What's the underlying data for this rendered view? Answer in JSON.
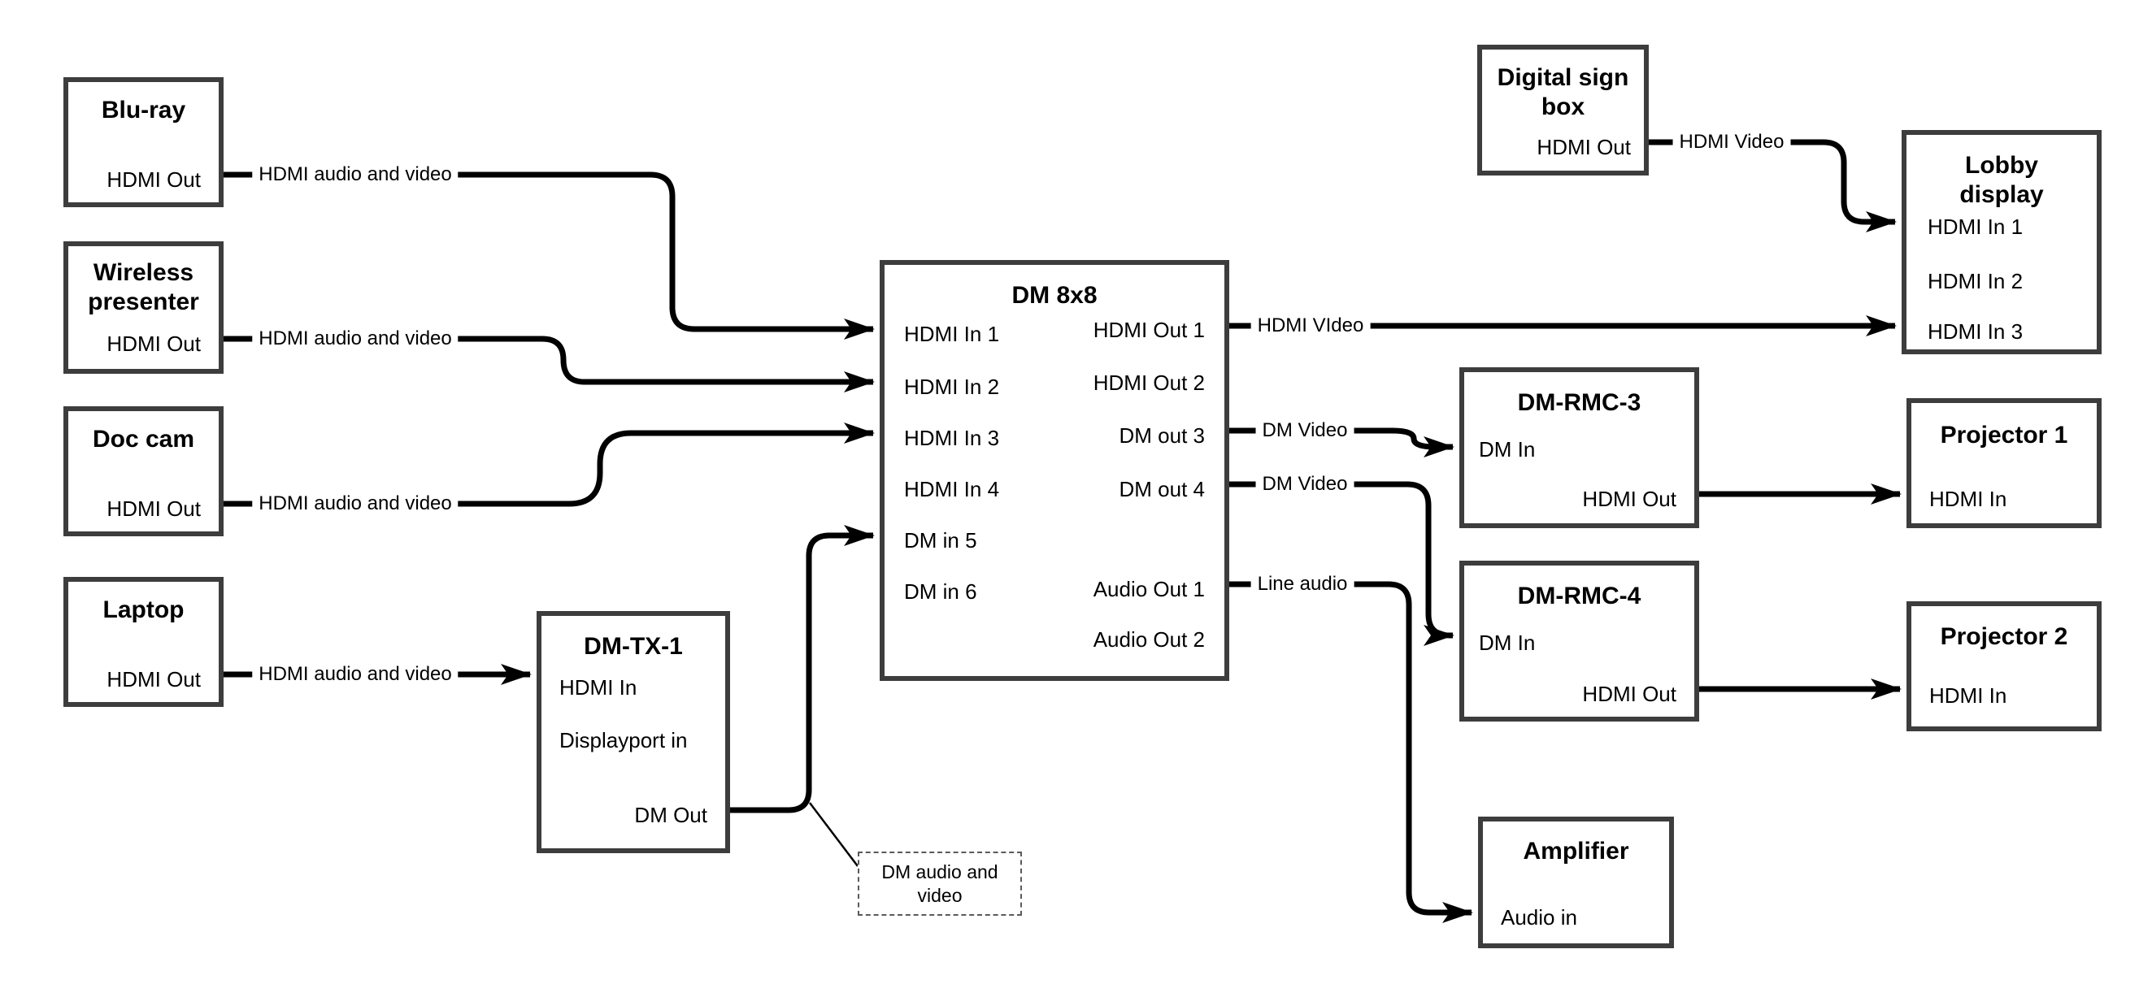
{
  "nodes": {
    "bluray": {
      "title": "Blu-ray",
      "ports": {
        "hdmi_out": "HDMI Out"
      }
    },
    "wireless_presenter": {
      "title": "Wireless presenter",
      "ports": {
        "hdmi_out": "HDMI Out"
      }
    },
    "doc_cam": {
      "title": "Doc cam",
      "ports": {
        "hdmi_out": "HDMI Out"
      }
    },
    "laptop": {
      "title": "Laptop",
      "ports": {
        "hdmi_out": "HDMI Out"
      }
    },
    "dm_tx_1": {
      "title": "DM-TX-1",
      "ports": {
        "hdmi_in": "HDMI In",
        "displayport_in": "Displayport in",
        "dm_out": "DM Out"
      }
    },
    "dm_8x8": {
      "title": "DM 8x8",
      "ports": {
        "hdmi_in_1": "HDMI In 1",
        "hdmi_in_2": "HDMI In 2",
        "hdmi_in_3": "HDMI In 3",
        "hdmi_in_4": "HDMI In 4",
        "dm_in_5": "DM in 5",
        "dm_in_6": "DM in 6",
        "hdmi_out_1": "HDMI Out 1",
        "hdmi_out_2": "HDMI Out 2",
        "dm_out_3": "DM out 3",
        "dm_out_4": "DM out 4",
        "audio_out_1": "Audio Out 1",
        "audio_out_2": "Audio Out 2"
      }
    },
    "digital_sign_box": {
      "title": "Digital sign box",
      "ports": {
        "hdmi_out": "HDMI Out"
      }
    },
    "lobby_display": {
      "title": "Lobby display",
      "ports": {
        "hdmi_in_1": "HDMI In 1",
        "hdmi_in_2": "HDMI In 2",
        "hdmi_in_3": "HDMI In 3"
      }
    },
    "dm_rmc_3": {
      "title": "DM-RMC-3",
      "ports": {
        "dm_in": "DM In",
        "hdmi_out": "HDMI Out"
      }
    },
    "projector_1": {
      "title": "Projector 1",
      "ports": {
        "hdmi_in": "HDMI In"
      }
    },
    "dm_rmc_4": {
      "title": "DM-RMC-4",
      "ports": {
        "dm_in": "DM In",
        "hdmi_out": "HDMI Out"
      }
    },
    "projector_2": {
      "title": "Projector 2",
      "ports": {
        "hdmi_in": "HDMI In"
      }
    },
    "amplifier": {
      "title": "Amplifier",
      "ports": {
        "audio_in": "Audio in"
      }
    }
  },
  "edge_labels": {
    "bluray_to_dm8x8": "HDMI audio and video",
    "wireless_to_dm8x8": "HDMI audio and video",
    "doccam_to_dm8x8": "HDMI audio and video",
    "laptop_to_dmtx1": "HDMI audio and video",
    "dm8x8_to_lobby": "HDMI VIdeo",
    "dm8x8_to_rmc3": "DM Video",
    "dm8x8_to_rmc4": "DM Video",
    "dm8x8_to_amplifier": "Line audio",
    "digitalsign_to_lobby": "HDMI Video"
  },
  "callout": {
    "text": "DM audio and video"
  },
  "colors": {
    "wire": "#000000",
    "box_border": "#3d3d3d",
    "background": "#ffffff",
    "text": "#000000"
  }
}
